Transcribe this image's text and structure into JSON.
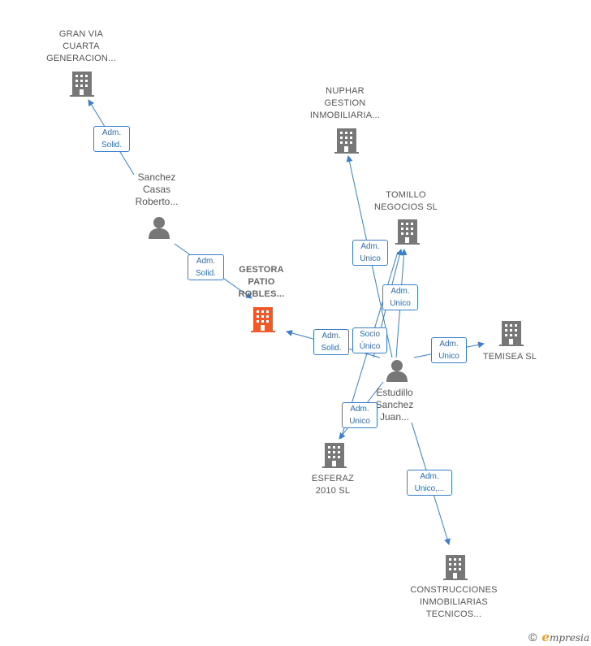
{
  "nodes": {
    "gran_via": "GRAN VIA\nCUARTA\nGENERACION...",
    "nuphar": "NUPHAR\nGESTION\nINMOBILIARIA...",
    "tomillo": "TOMILLO\nNEGOCIOS SL",
    "gestora": "GESTORA\nPATIO\nROBLES...",
    "temisea": "TEMISEA SL",
    "esferaz": "ESFERAZ\n2010 SL",
    "construcciones": "CONSTRUCCIONES\nINMOBILIARIAS\nTECNICOS..."
  },
  "persons": {
    "sanchez": "Sanchez\nCasas\nRoberto...",
    "estudillo": "Estudillo\nSanchez\nJuan..."
  },
  "edges": {
    "e1": "Adm.\nSolid.",
    "e2": "Adm.\nSolid.",
    "e3": "Adm.\nUnico",
    "e4": "Adm.\nUnico",
    "e5": "Adm.\nSolid.",
    "e6": "Socio\nÚnico",
    "e7": "Adm.\nUnico",
    "e8": "Adm.\nUnico",
    "e9": "Adm.\nUnico,..."
  },
  "colors": {
    "edge": "#3a7fc9",
    "building": "#777777",
    "building_highlight": "#f05a28",
    "person": "#777777"
  },
  "footer": {
    "copyright": "©",
    "brand_initial": "e",
    "brand_rest": "mpresia"
  }
}
